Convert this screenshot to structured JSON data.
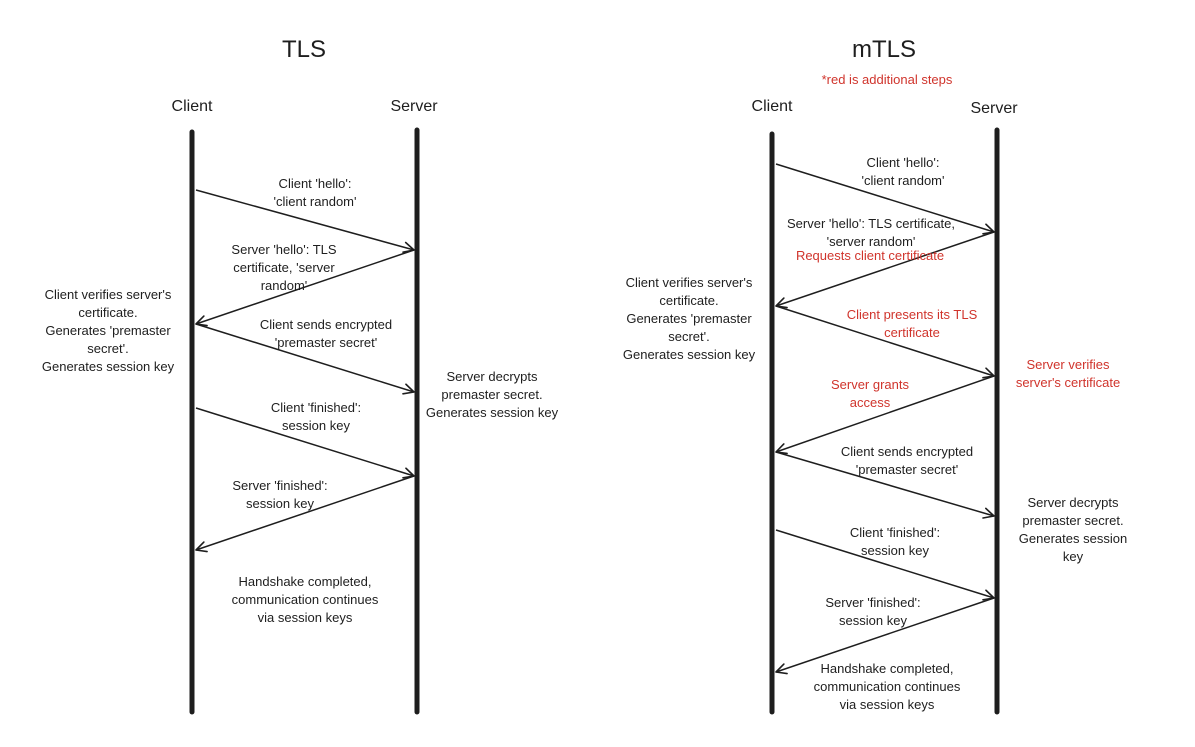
{
  "tls": {
    "title": "TLS",
    "client": "Client",
    "server": "Server",
    "messages": [
      "Client 'hello':\n'client random'",
      "Server 'hello': TLS\ncertificate, 'server\nrandom'",
      "Client sends encrypted\n'premaster secret'",
      "Client 'finished':\nsession key",
      "Server 'finished':\nsession key"
    ],
    "client_note": "Client verifies server's\ncertificate.\nGenerates 'premaster\nsecret'.\nGenerates session key",
    "server_note": "Server decrypts\npremaster secret.\nGenerates session key",
    "footer": "Handshake completed,\ncommunication continues\nvia session keys"
  },
  "mtls": {
    "title": "mTLS",
    "legend": "*red is additional steps",
    "client": "Client",
    "server": "Server",
    "messages": [
      "Client 'hello':\n'client random'",
      "Server 'hello': TLS certificate,\n'server random'",
      "Client sends encrypted\n'premaster secret'",
      "Client 'finished':\nsession key",
      "Server 'finished':\nsession key"
    ],
    "red_messages": [
      "Requests client certificate",
      "Client presents its TLS\ncertificate",
      "Server grants\naccess"
    ],
    "client_note": "Client verifies server's\ncertificate.\nGenerates 'premaster\nsecret'.\nGenerates session key",
    "server_verify_note": "Server verifies\nserver's certificate",
    "server_note": "Server decrypts\npremaster secret.\nGenerates session key",
    "footer": "Handshake completed,\ncommunication continues\nvia session keys"
  },
  "colors": {
    "line": "#1e1e1e",
    "red": "#d0342c"
  }
}
